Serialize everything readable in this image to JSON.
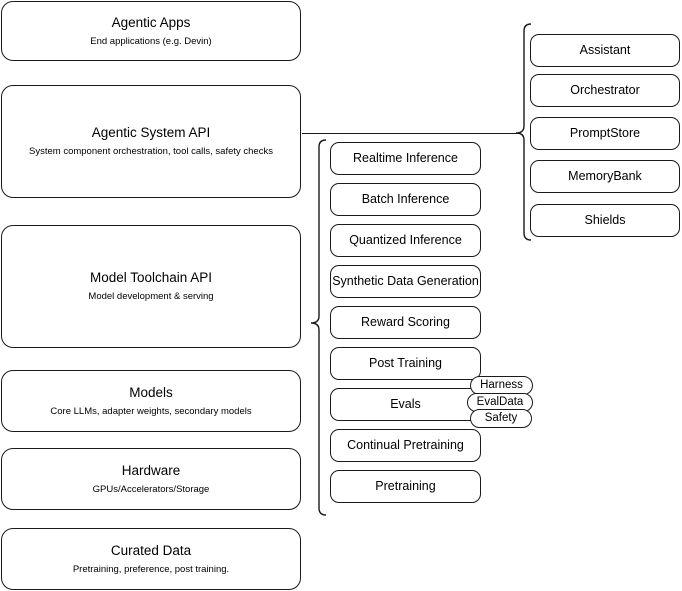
{
  "diagram": {
    "title": "AI stack layered architecture diagram",
    "stroke_color": "#1a1a1a",
    "background_color": "#ffffff"
  },
  "left_stack": {
    "name": "platform-layers",
    "layers": [
      {
        "title": "Agentic Apps",
        "subtitle": "End applications (e.g. Devin)"
      },
      {
        "title": "Agentic System API",
        "subtitle": "System component orchestration, tool calls, safety checks"
      },
      {
        "title": "Model Toolchain API",
        "subtitle": "Model development & serving"
      },
      {
        "title": "Models",
        "subtitle": "Core LLMs, adapter weights, secondary models"
      },
      {
        "title": "Hardware",
        "subtitle": "GPUs/Accelerators/Storage"
      },
      {
        "title": "Curated Data",
        "subtitle": "Pretraining, preference, post training."
      }
    ]
  },
  "middle_column": {
    "name": "model-toolchain-capabilities",
    "items": [
      {
        "label": "Realtime Inference"
      },
      {
        "label": "Batch Inference"
      },
      {
        "label": "Quantized Inference"
      },
      {
        "label": "Synthetic Data Generation"
      },
      {
        "label": "Reward Scoring"
      },
      {
        "label": "Post Training"
      },
      {
        "label": "Evals"
      },
      {
        "label": "Continual Pretraining"
      },
      {
        "label": "Pretraining"
      }
    ]
  },
  "eval_badges": {
    "name": "evals-sub-components",
    "items": [
      {
        "label": "Harness"
      },
      {
        "label": "EvalData"
      },
      {
        "label": "Safety"
      }
    ]
  },
  "right_column": {
    "name": "agentic-system-components",
    "items": [
      {
        "label": "Assistant"
      },
      {
        "label": "Orchestrator"
      },
      {
        "label": "PromptStore"
      },
      {
        "label": "MemoryBank"
      },
      {
        "label": "Shields"
      }
    ]
  }
}
